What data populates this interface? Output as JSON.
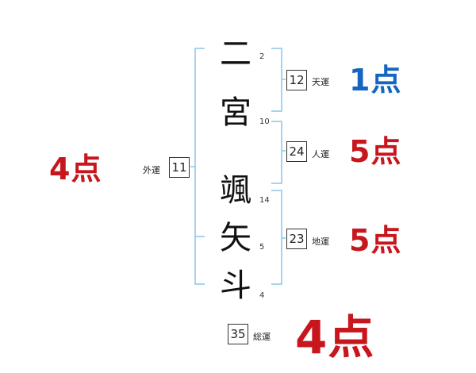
{
  "name": {
    "characters": [
      "二",
      "宮",
      "颯",
      "矢",
      "斗"
    ],
    "strokes": [
      "2",
      "10",
      "14",
      "5",
      "4"
    ]
  },
  "kaku": {
    "ten": {
      "label": "天運",
      "value": "12",
      "score": "1点"
    },
    "jin": {
      "label": "人運",
      "value": "24",
      "score": "5点"
    },
    "chi": {
      "label": "地運",
      "value": "23",
      "score": "5点"
    },
    "gai": {
      "label": "外運",
      "value": "11",
      "score": "4点"
    },
    "sou": {
      "label": "総運",
      "value": "35",
      "score": "4点"
    }
  },
  "colors": {
    "bracket": "#89c5e8",
    "score_red": "#c8161d",
    "score_blue": "#1566c0"
  }
}
